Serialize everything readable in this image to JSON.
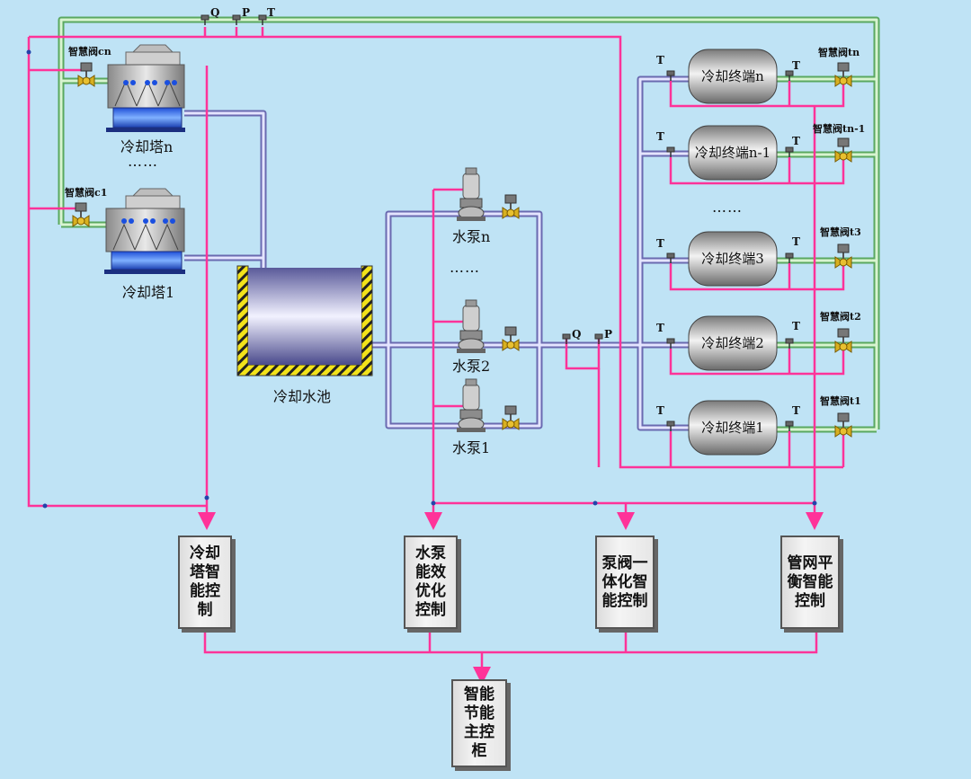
{
  "sensors": {
    "q": "Q",
    "p": "P",
    "t": "T"
  },
  "cooling_towers": [
    {
      "name": "冷却塔n",
      "valve": "智慧阀cn"
    },
    {
      "name": "冷却塔1",
      "valve": "智慧阀c1"
    }
  ],
  "ellipsis": "……",
  "pool": {
    "name": "冷却水池"
  },
  "pumps": [
    "水泵n",
    "水泵2",
    "水泵1"
  ],
  "terminals": [
    {
      "name": "冷却终端n",
      "valve": "智慧阀tn"
    },
    {
      "name": "冷却终端n-1",
      "valve": "智慧阀tn-1"
    },
    {
      "name": "冷却终端3",
      "valve": "智慧阀t3"
    },
    {
      "name": "冷却终端2",
      "valve": "智慧阀t2"
    },
    {
      "name": "冷却终端1",
      "valve": "智慧阀t1"
    }
  ],
  "controllers": {
    "tower": "冷却塔智能控制",
    "pump": "水泵能效优化控制",
    "pump_valve": "泵阀一体化智能控制",
    "network": "管网平衡智能控制",
    "master": "智能节能主控柜"
  },
  "colors": {
    "background": "#bfe3f5",
    "signal_line": "#ff3399",
    "water_pipe": "#9b9bd6",
    "return_pipe": "#8fd48a",
    "valve": "#d8b020"
  }
}
